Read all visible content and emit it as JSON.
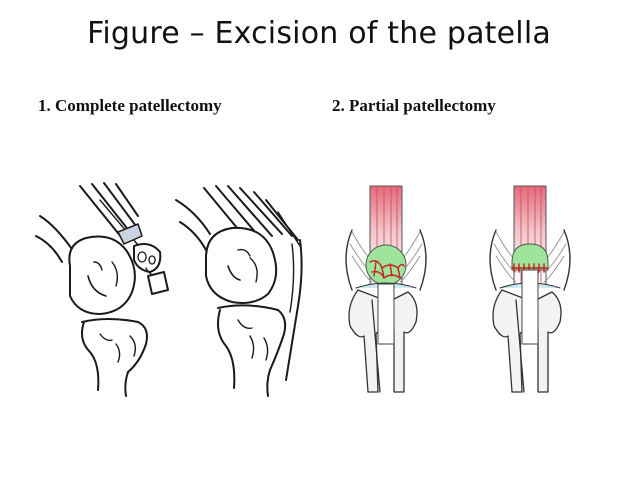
{
  "slide": {
    "title": "Figure – Excision of the patella",
    "captions": [
      {
        "label": "1. Complete patellectomy"
      },
      {
        "label": "2. Partial patellectomy"
      }
    ]
  },
  "colors": {
    "bone_outline": "#1a1a1a",
    "tendon_red": "#d2404c",
    "bone_fill": "#f3f3f3",
    "patella_green": "#9fe49c",
    "suture_red": "#c81e1e"
  }
}
